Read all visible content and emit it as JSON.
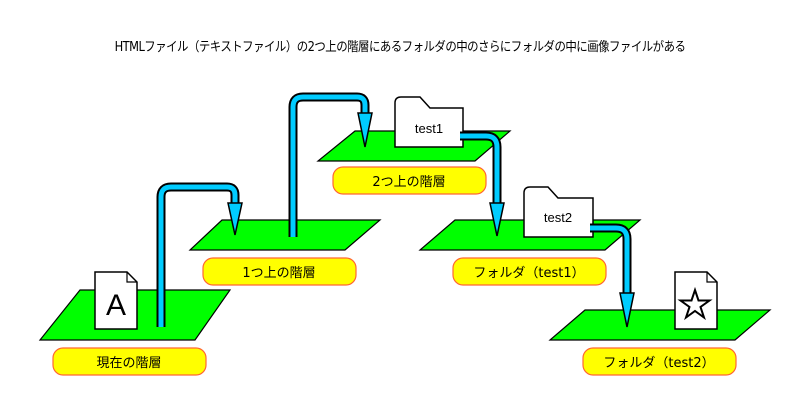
{
  "title": "HTMLファイル（テキストファイル）の2つ上の階層にあるフォルダの中のさらにフォルダの中に画像ファイルがある",
  "colors": {
    "plane": "#00ff00",
    "label_fill": "#ffff00",
    "label_border": "#ff6633",
    "arrow": "#00ccff",
    "outline": "#000000",
    "document": "#ffffff"
  },
  "levels": [
    {
      "label": "現在の階層",
      "contains": "html-file"
    },
    {
      "label": "1つ上の階層",
      "contains": ""
    },
    {
      "label": "2つ上の階層",
      "contains": "folder-test1"
    },
    {
      "label": "フォルダ（test1）",
      "contains": "folder-test2"
    },
    {
      "label": "フォルダ（test2）",
      "contains": "image-file"
    }
  ],
  "items": {
    "html_file_letter": "A",
    "folder1_name": "test1",
    "folder2_name": "test2",
    "image_file_symbol": "☆"
  }
}
